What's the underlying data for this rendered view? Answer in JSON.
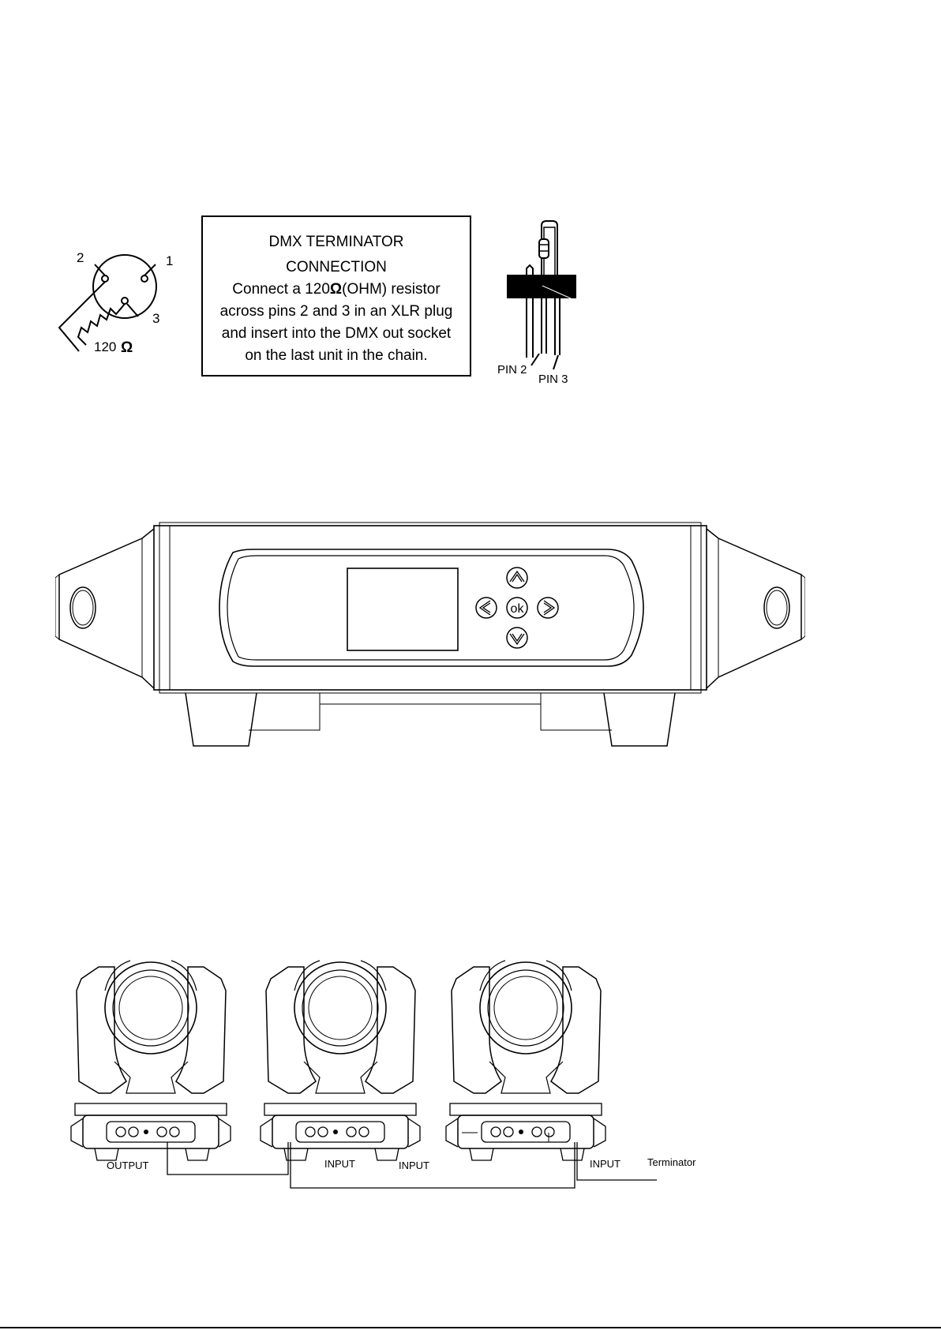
{
  "xlr_diagram": {
    "pin1": "1",
    "pin2": "2",
    "pin3": "3",
    "resistor": "120",
    "ohm_symbol": "Ω"
  },
  "terminator_box": {
    "title_line1": "DMX TERMINATOR",
    "title_line2": "CONNECTION",
    "line1_pre": "Connect a 120",
    "ohm_symbol": "Ω",
    "line1_post": "(OHM) resistor",
    "line2": "across pins 2 and 3 in an XLR plug",
    "line3": "and insert into the DMX out socket",
    "line4": "on the last unit in the chain."
  },
  "plug_diagram": {
    "pin2": "PIN 2",
    "pin3": "PIN 3"
  },
  "control_panel": {
    "ok_label": "ok"
  },
  "chain_diagram": {
    "label_output": "OUTPUT",
    "label_input_1": "INPUT",
    "label_input_2": "INPUT",
    "label_input_3": "INPUT",
    "label_terminator": "Terminator"
  }
}
